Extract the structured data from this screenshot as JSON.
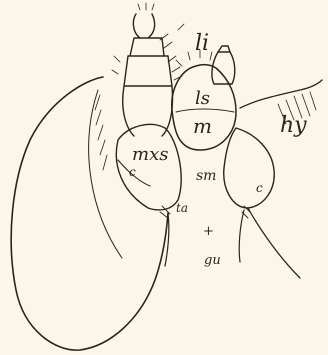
{
  "diagram": {
    "labels": {
      "li": "li",
      "ls": "ls",
      "m": "m",
      "hy": "hy",
      "mx": "mxs",
      "sm": "sm",
      "c_left": "c",
      "c_right": "c",
      "ta": "ta",
      "plus": "+",
      "gu": "gu"
    },
    "ink_color": "#2a241c",
    "paper_color": "#fbf6e9"
  }
}
